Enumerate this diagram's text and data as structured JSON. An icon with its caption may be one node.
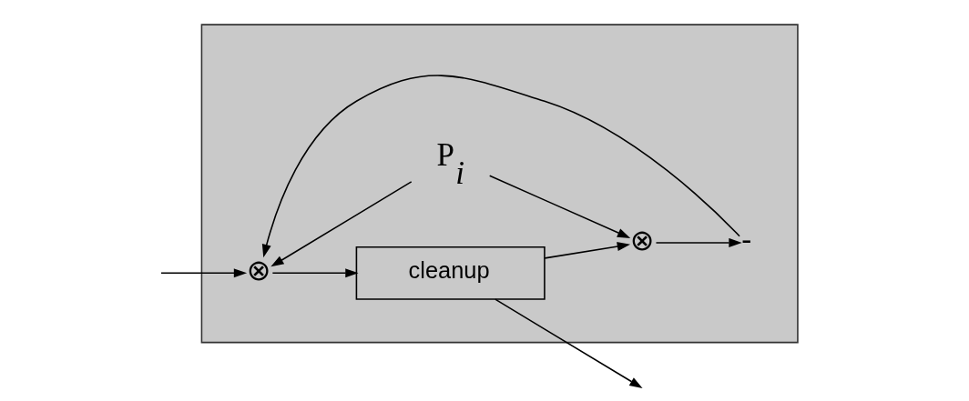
{
  "diagram": {
    "nodes": [
      {
        "text": [],
        "shape": "box"
      },
      {
        "text": [
          "⊗"
        ],
        "in": 0
      },
      {
        "text": [
          "cleanup"
        ],
        "in": 0
      },
      {
        "text": [
          "P$_{i}$"
        ],
        "in": 0
      },
      {
        "text": [
          "⊗"
        ],
        "in": 0
      },
      {
        "text": [
          "-"
        ],
        "in": 0
      }
    ],
    "edges": [
      {
        "from": null,
        "to": 1,
        "arrow": "to"
      },
      {
        "from": 1,
        "to": 2,
        "arrow": "to"
      },
      {
        "from": 2,
        "to": null,
        "arrow": "to"
      },
      {
        "from": 2,
        "to": 4,
        "arrow": "to"
      },
      {
        "from": 3,
        "to": 1,
        "arrow": "to"
      },
      {
        "from": 3,
        "to": 4,
        "arrow": "to"
      },
      {
        "from": 4,
        "to": 5,
        "arrow": "to"
      },
      {
        "from": 5,
        "to": 1,
        "arrow": "to"
      }
    ]
  }
}
